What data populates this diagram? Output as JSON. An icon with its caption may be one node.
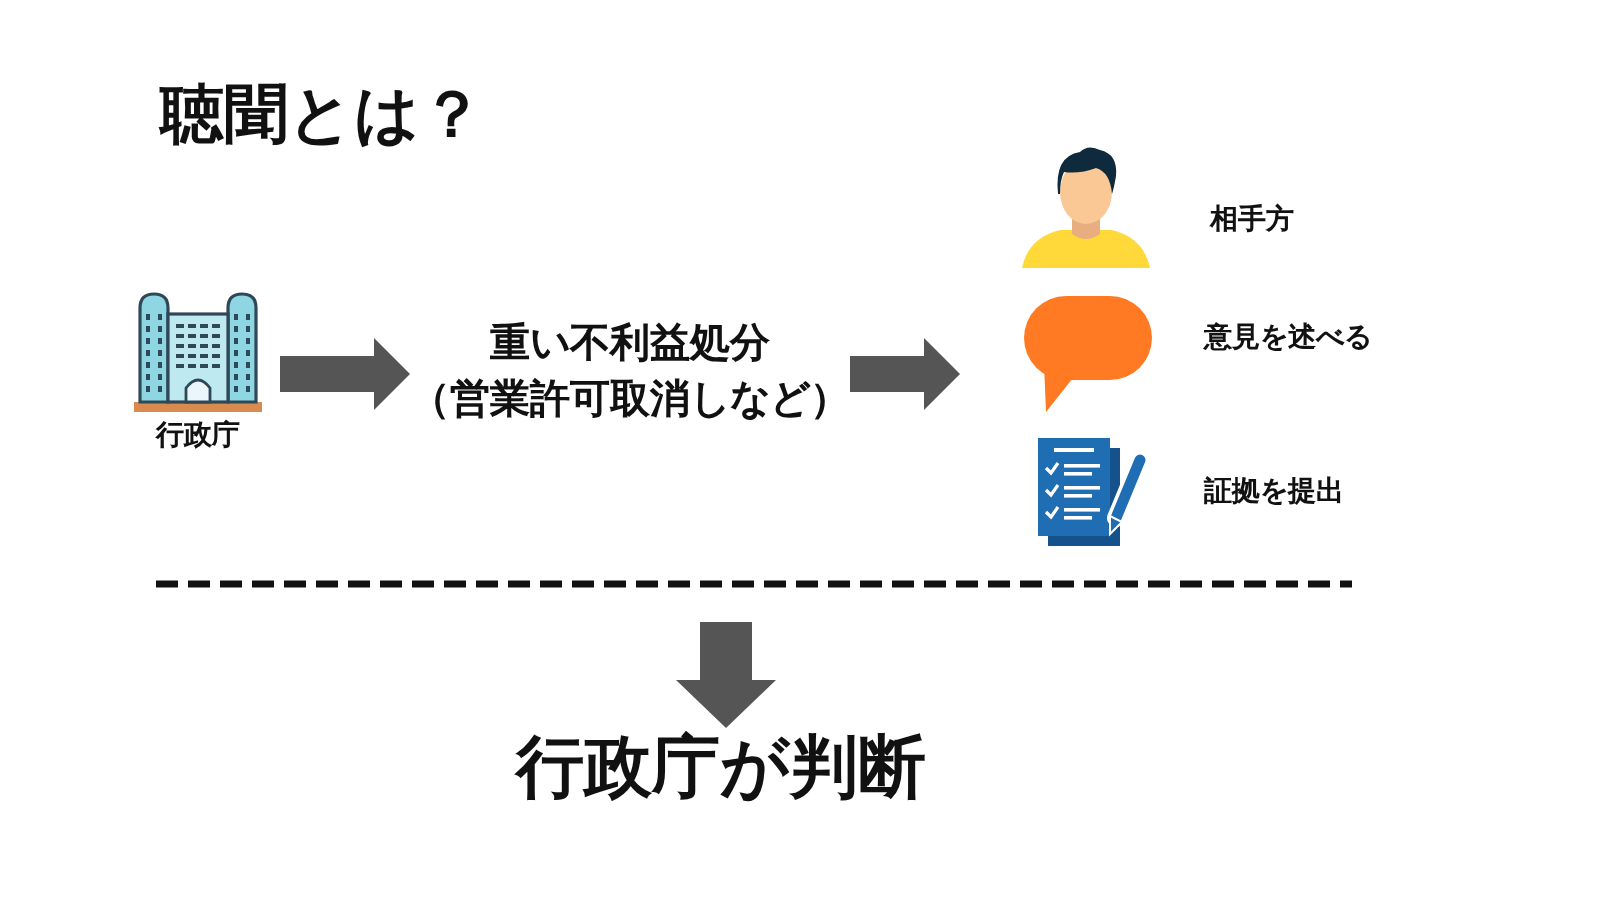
{
  "diagram": {
    "title": "聴聞とは？",
    "nodes": [
      {
        "text": [
          "行政庁"
        ]
      },
      {
        "text": [
          "重い不利益処分",
          "（営業許可取消しなど）"
        ]
      },
      {
        "text": [
          "相手方"
        ]
      },
      {
        "text": [
          "意見を述べる"
        ]
      },
      {
        "text": [
          "証拠を提出"
        ]
      },
      {
        "text": [
          "行政庁が判断"
        ]
      }
    ],
    "edges": [
      {
        "from": 0,
        "to": 1,
        "arrow": "to"
      },
      {
        "from": 1,
        "to": 3,
        "arrow": "to"
      },
      {
        "from": null,
        "to": 5,
        "arrow": "to"
      }
    ]
  }
}
